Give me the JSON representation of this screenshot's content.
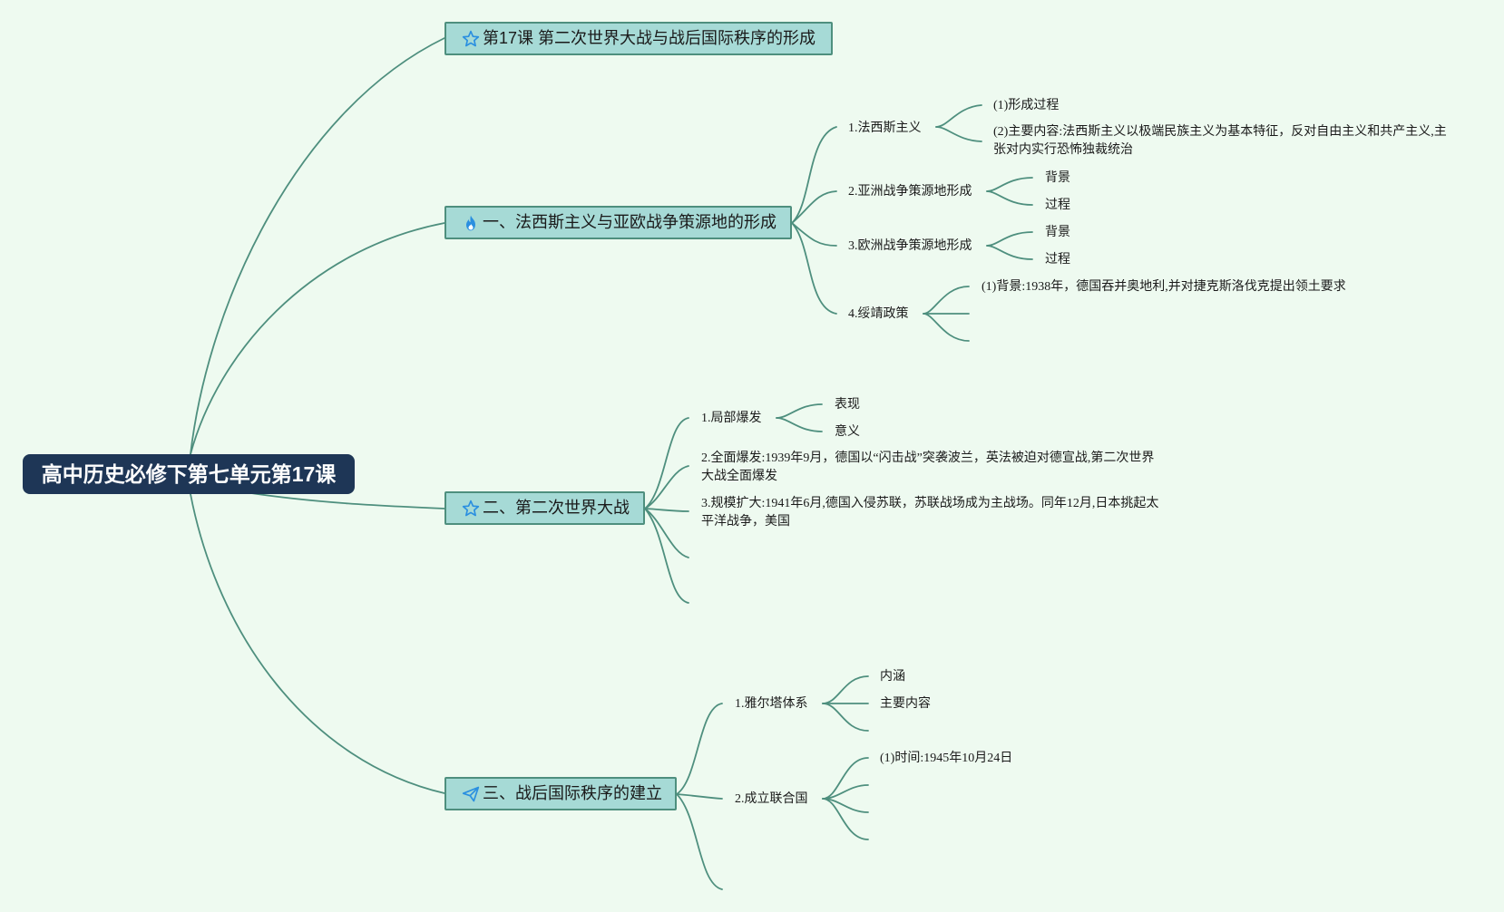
{
  "root": {
    "label": "高中历史必修下第七单元第17课"
  },
  "topics": [
    {
      "label": "第17课  第二次世界大战与战后国际秩序的形成",
      "icon": "star-icon"
    },
    {
      "label": "一、法西斯主义与亚欧战争策源地的形成",
      "icon": "fire-icon",
      "children": [
        {
          "label": "1.法西斯主义",
          "children": [
            "(1)形成过程",
            "(2)主要内容:法西斯主义以极端民族主义为基本特征，反对自由主义和共产主义,主张对内实行恐怖独裁统治"
          ]
        },
        {
          "label": "2.亚洲战争策源地形成",
          "children": [
            "背景",
            "过程"
          ]
        },
        {
          "label": "3.欧洲战争策源地形成",
          "children": [
            "背景",
            "过程"
          ]
        },
        {
          "label": "4.绥靖政策",
          "children": [
            "(1)背景:1938年，德国吞并奥地利,并对捷克斯洛伐克提出领土要求"
          ]
        }
      ]
    },
    {
      "label": "二、第二次世界大战",
      "icon": "star-icon",
      "children": [
        {
          "label": "1.局部爆发",
          "children": [
            "表现",
            "意义"
          ]
        },
        {
          "label": "2.全面爆发:1939年9月，德国以“闪击战”突袭波兰，英法被迫对德宣战,第二次世界大战全面爆发"
        },
        {
          "label": "3.规模扩大:1941年6月,德国入侵苏联，苏联战场成为主战场。同年12月,日本挑起太平洋战争，美国"
        }
      ]
    },
    {
      "label": "三、战后国际秩序的建立",
      "icon": "paper-plane-icon",
      "children": [
        {
          "label": "1.雅尔塔体系",
          "children": [
            "内涵",
            "主要内容"
          ]
        },
        {
          "label": "2.成立联合国",
          "children": [
            "(1)时间:1945年10月24日"
          ]
        }
      ]
    }
  ],
  "colors": {
    "background": "#eefaf0",
    "root_fill": "#1e3656",
    "topic_fill": "#a6dad6",
    "branch_line": "#4e8f7e",
    "icon_blue": "#2a8fe0"
  }
}
